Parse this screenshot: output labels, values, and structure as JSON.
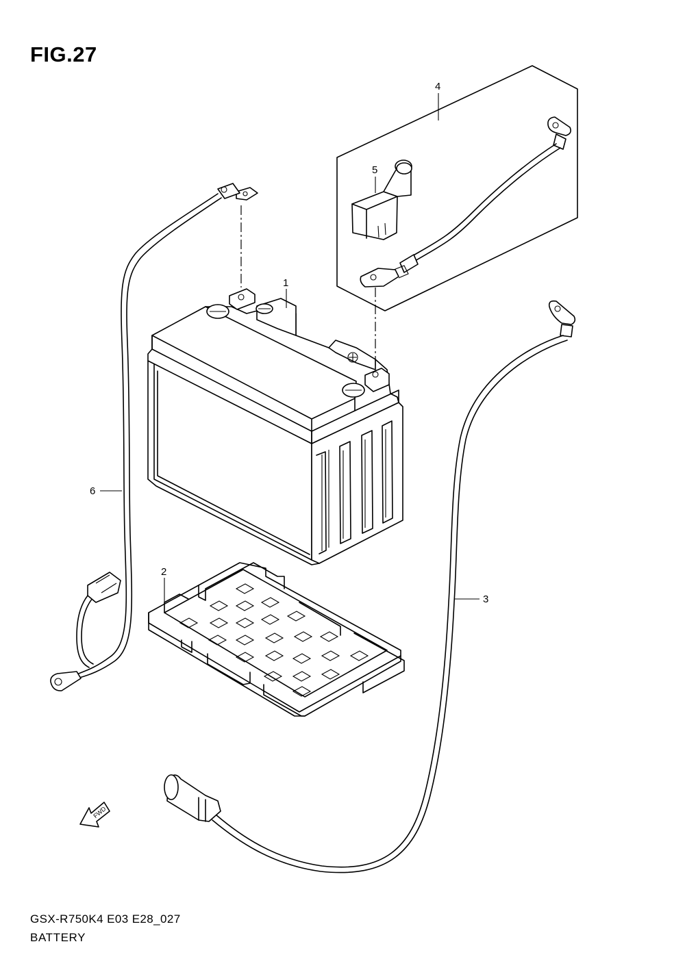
{
  "figure": {
    "title": "FIG.27",
    "code": "GSX-R750K4 E03 E28_027",
    "name": "BATTERY"
  },
  "callouts": [
    {
      "id": "1",
      "label": "1"
    },
    {
      "id": "2",
      "label": "2"
    },
    {
      "id": "3",
      "label": "3"
    },
    {
      "id": "4",
      "label": "4"
    },
    {
      "id": "5",
      "label": "5"
    },
    {
      "id": "6",
      "label": "6"
    }
  ],
  "direction_arrow": {
    "label": "FWD"
  }
}
